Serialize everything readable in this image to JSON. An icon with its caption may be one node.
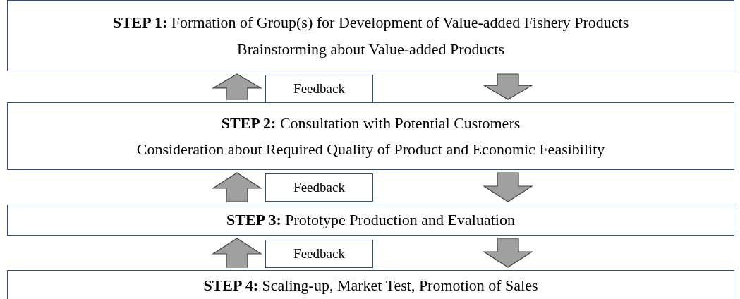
{
  "diagram": {
    "nodes": [
      {
        "text": [
          "**STEP 1:**  Formation of Group(s) for Development of Value-added Fishery Products",
          "Brainstorming about Value-added Products"
        ]
      },
      {
        "text": [
          "**STEP 2:**  Consultation with Potential Customers",
          "Consideration about Required Quality of Product and Economic Feasibility"
        ]
      },
      {
        "text": [
          "**STEP 3:** Prototype Production and Evaluation"
        ]
      },
      {
        "text": [
          "**STEP 4:** Scaling-up, Market Test, Promotion of Sales"
        ]
      },
      {
        "text": [
          "Feedback"
        ]
      },
      {
        "text": [
          "Feedback"
        ]
      },
      {
        "text": [
          "Feedback"
        ]
      }
    ],
    "edges": [
      {
        "from": 0,
        "to": 1,
        "arrow": "to",
        "style": "thick"
      },
      {
        "from": 1,
        "to": 0,
        "arrow": "to",
        "style": "thick"
      },
      {
        "from": 1,
        "to": 2,
        "arrow": "to",
        "style": "thick"
      },
      {
        "from": 2,
        "to": 1,
        "arrow": "to",
        "style": "thick"
      },
      {
        "from": 2,
        "to": 3,
        "arrow": "to",
        "style": "thick"
      },
      {
        "from": 3,
        "to": 2,
        "arrow": "to",
        "style": "thick"
      }
    ]
  }
}
